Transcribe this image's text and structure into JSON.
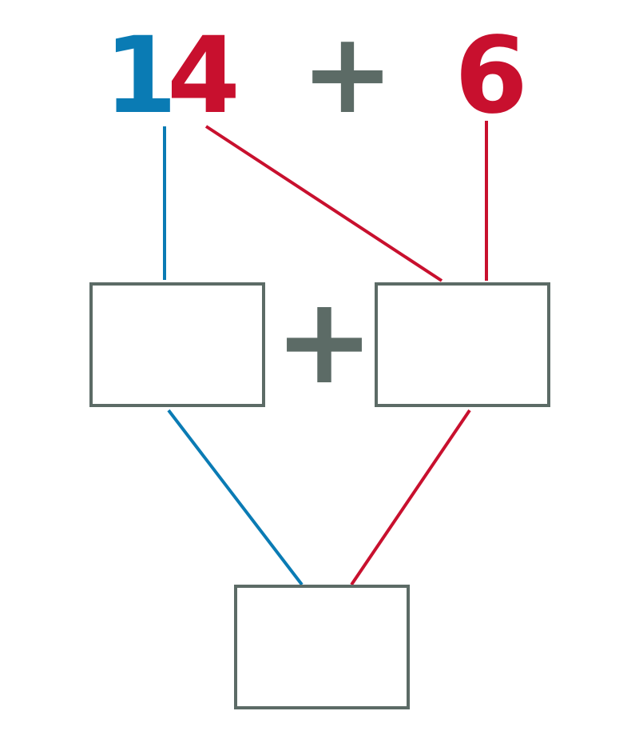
{
  "expression": {
    "tens_digit": "1",
    "ones_digit": "4",
    "operator": "+",
    "addend": "6"
  },
  "middle_operator": "+",
  "colors": {
    "blue": "#0a7bb4",
    "red": "#c8102e",
    "gray": "#5c6b66"
  }
}
